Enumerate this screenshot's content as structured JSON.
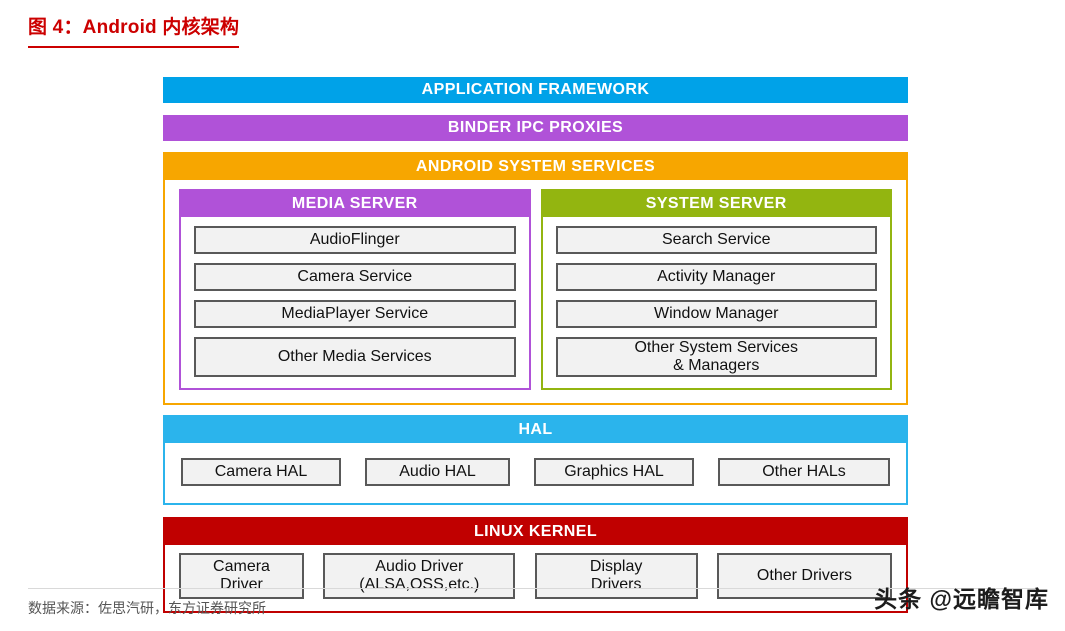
{
  "page": {
    "title": "图 4：Android 内核架构",
    "source": "数据来源：佐思汽研，东方证券研究所",
    "watermark": "头条 @远瞻智库"
  },
  "diagram": {
    "application_framework": "APPLICATION FRAMEWORK",
    "binder_ipc": "BINDER IPC PROXIES",
    "android_system_services": "ANDROID SYSTEM SERVICES",
    "media_server": {
      "title": "MEDIA SERVER",
      "items": [
        "AudioFlinger",
        "Camera Service",
        "MediaPlayer Service",
        "Other Media Services"
      ]
    },
    "system_server": {
      "title": "SYSTEM SERVER",
      "items": [
        "Search Service",
        "Activity Manager",
        "Window Manager",
        "Other System Services\n& Managers"
      ]
    },
    "hal": {
      "title": "HAL",
      "items": [
        "Camera HAL",
        "Audio HAL",
        "Graphics HAL",
        "Other HALs"
      ]
    },
    "linux_kernel": {
      "title": "LINUX KERNEL",
      "items": [
        "Camera\nDriver",
        "Audio Driver\n(ALSA,OSS,etc.)",
        "Display\nDrivers",
        "Other Drivers"
      ]
    },
    "colors": {
      "framework_blue": "#00A2E8",
      "binder_purple": "#B052D8",
      "services_orange": "#F7A600",
      "media_purple": "#B052D8",
      "system_green": "#93B510",
      "hal_blue": "#2BB4EC",
      "kernel_red": "#C00000",
      "item_bg": "#F2F2F2",
      "item_border": "#595959",
      "title_red": "#CC0000"
    }
  }
}
